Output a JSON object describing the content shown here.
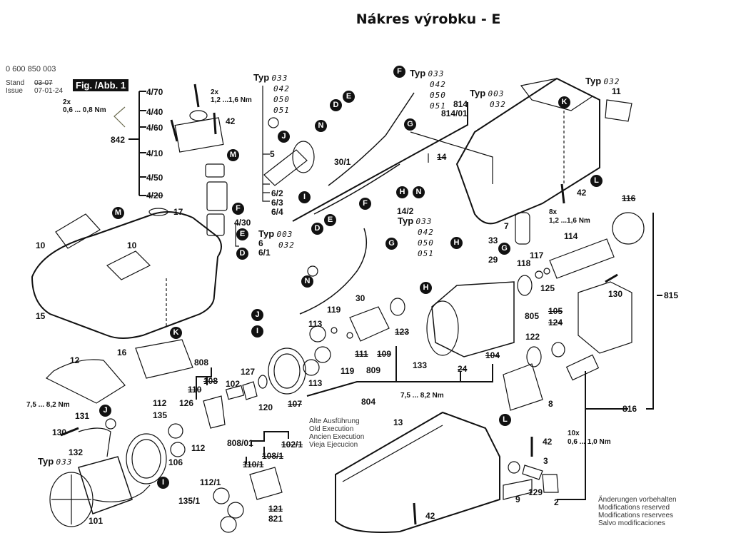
{
  "title": "Nákres výrobku - E",
  "header": {
    "part_number": "0 600 850 003",
    "stand_label": "Stand",
    "issue_label": "Issue",
    "stand_value_old": "03-07",
    "issue_date": "07-01-24",
    "figure_label": "Fig. /Abb. 1"
  },
  "torque_specs": {
    "t_842": {
      "count": "2x",
      "value": "0,6 ... 0,8 Nm"
    },
    "t_42_top": {
      "count": "2x",
      "value": "1,2 ...1,6 Nm"
    },
    "t_42_right": {
      "count": "8x",
      "value": "1,2 ...1,6 Nm"
    },
    "t_130_left": {
      "value": "7,5 ... 8,2 Nm"
    },
    "t_24": {
      "value": "7,5 ... 8,2 Nm"
    },
    "t_42_bottom": {
      "count": "10x",
      "value": "0,6 ... 1,0 Nm"
    }
  },
  "type_groups": {
    "typ_label": "Typ",
    "g_5": [
      "033",
      "042",
      "050",
      "051"
    ],
    "g_F": [
      "033",
      "042",
      "050",
      "051"
    ],
    "g_814": [
      "003",
      "032"
    ],
    "g_11": [
      "032"
    ],
    "g_6": [
      "003",
      "032"
    ],
    "g_14_2": [
      "033",
      "042",
      "050",
      "051"
    ],
    "g_101": [
      "033"
    ]
  },
  "part_labels": {
    "p4_70": "4/70",
    "p4_40": "4/40",
    "p4_60": "4/60",
    "p842": "842",
    "p4_10": "4/10",
    "p4_50": "4/50",
    "p4_20": "4/20",
    "p42a": "42",
    "p17": "17",
    "p4_30": "4/30",
    "p10a": "10",
    "p10b": "10",
    "p15": "15",
    "p16": "16",
    "p12": "12",
    "p5": "5",
    "p6_2": "6/2",
    "p6_3": "6/3",
    "p6_4": "6/4",
    "p30_1": "30/1",
    "p814": "814",
    "p814_01": "814/01",
    "p14": "14",
    "p11": "11",
    "p42b": "42",
    "p14_2": "14/2",
    "p6": "6",
    "p6_1": "6/1",
    "p30": "30",
    "p33": "33",
    "p29": "29",
    "p7": "7",
    "p116": "116",
    "p114": "114",
    "p117": "117",
    "p118": "118",
    "p125": "125",
    "p130a": "130",
    "p815": "815",
    "p805": "805",
    "p105": "105",
    "p124": "124",
    "p122": "122",
    "p119a": "119",
    "p113a": "113",
    "p111": "111",
    "p109": "109",
    "p809": "809",
    "p119b": "119",
    "p113b": "113",
    "p123": "123",
    "p133": "133",
    "p104": "104",
    "p24": "24",
    "p804": "804",
    "p8": "8",
    "p816": "816",
    "p808": "808",
    "p108": "108",
    "p110": "110",
    "p102": "102",
    "p127": "127",
    "p120": "120",
    "p107": "107",
    "p126": "126",
    "p112a": "112",
    "p135": "135",
    "p112b": "112",
    "p106": "106",
    "p131": "131",
    "p130b": "130",
    "p132": "132",
    "p101": "101",
    "p808_01": "808/01",
    "p102_1": "102/1",
    "p108_1": "108/1",
    "p110_1": "110/1",
    "p112_1": "112/1",
    "p135_1": "135/1",
    "p121": "121",
    "p821": "821",
    "p13": "13",
    "p42c": "42",
    "p3": "3",
    "p129": "129",
    "p2": "2",
    "p9": "9",
    "p42d": "42"
  },
  "connector_markers": [
    "D",
    "E",
    "F",
    "G",
    "H",
    "I",
    "J",
    "K",
    "L",
    "M",
    "N"
  ],
  "old_execution_note": [
    "Alte Ausführung",
    "Old Execution",
    "Ancien Execution",
    "Vieja Ejecucion"
  ],
  "modifications_note": [
    "Änderungen vorbehalten",
    "Modifications reserved",
    "Modifications reservees",
    "Salvo modificaciones"
  ]
}
